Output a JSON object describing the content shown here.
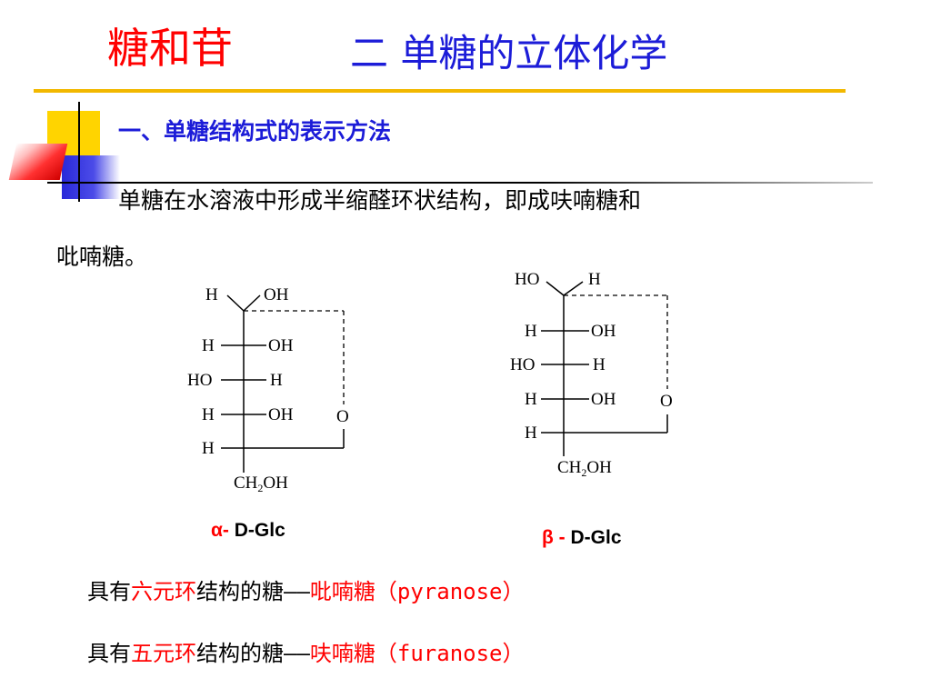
{
  "title": {
    "left": "糖和苷",
    "right": "二  单糖的立体化学"
  },
  "subheading": "一、单糖结构式的表示方法",
  "body": {
    "line1": "单糖在水溶液中形成半缩醛环状结构，即成呋喃糖和",
    "line2": "吡喃糖。"
  },
  "alpha_structure": {
    "top_h": "H",
    "top_oh": "OH",
    "r1_left": "H",
    "r1_right": "OH",
    "r2_left": "HO",
    "r2_right": "H",
    "r3_left": "H",
    "r3_right": "OH",
    "r4_left": "H",
    "ring_o": "O",
    "bottom_ch": "CH",
    "bottom_sub": "2",
    "bottom_oh": "OH",
    "caption_prefix": "α-",
    "caption_name": " D-Glc"
  },
  "beta_structure": {
    "top_ho": "HO",
    "top_h": "H",
    "r1_left": "H",
    "r1_right": "OH",
    "r2_left": "HO",
    "r2_right": "H",
    "r3_left": "H",
    "r3_right": "OH",
    "r4_left": "H",
    "ring_o": "O",
    "bottom_ch": "CH",
    "bottom_sub": "2",
    "bottom_oh": "OH",
    "caption_prefix": "β -",
    "caption_name": " D-Glc"
  },
  "statements": [
    {
      "a": "具有",
      "b": "六元环",
      "c": "结构的糖——",
      "d": "吡喃糖（pyranose）"
    },
    {
      "a": "具有",
      "b": "五元环",
      "c": "结构的糖——",
      "d": "呋喃糖（furanose）"
    }
  ],
  "colors": {
    "title_red": "#ff0000",
    "title_blue": "#1c1cd8",
    "rule_gold": "#f2b800"
  }
}
